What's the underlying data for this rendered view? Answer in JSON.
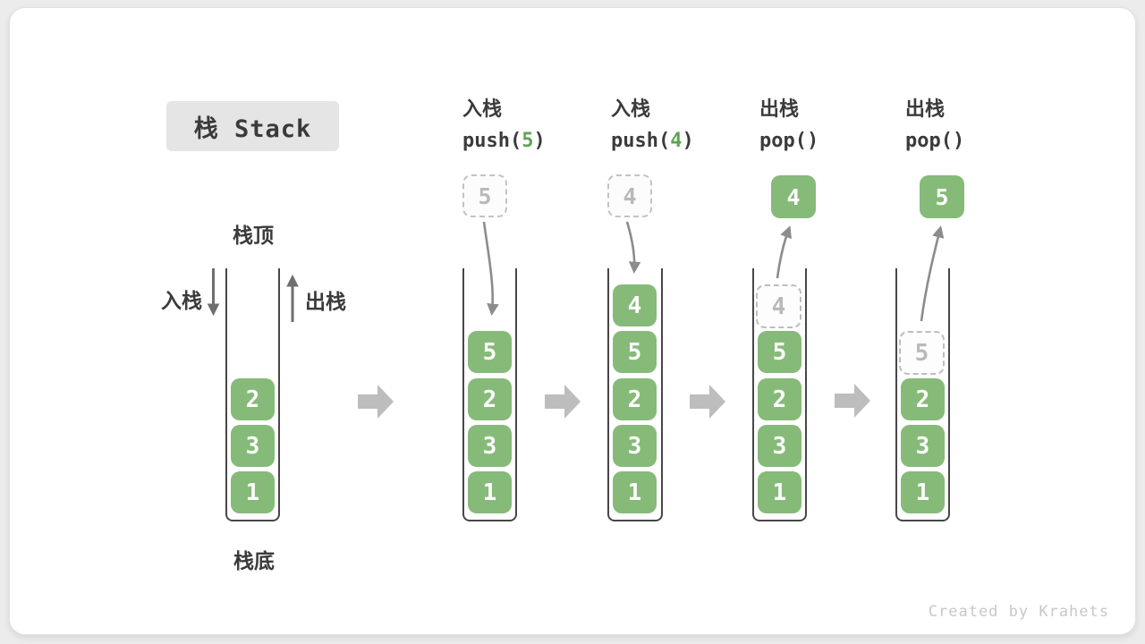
{
  "title": "栈 Stack",
  "legend": {
    "stack_top": "栈顶",
    "stack_bottom": "栈底",
    "push": "入栈",
    "pop": "出栈"
  },
  "base": {
    "blocks": [
      "2",
      "3",
      "1"
    ]
  },
  "steps": [
    {
      "label": "入栈",
      "code": {
        "pre": "push(",
        "arg": "5",
        "post": ")"
      },
      "moving": "5",
      "blocks": [
        "5",
        "2",
        "3",
        "1"
      ]
    },
    {
      "label": "入栈",
      "code": {
        "pre": "push(",
        "arg": "4",
        "post": ")"
      },
      "moving": "4",
      "blocks": [
        "4",
        "5",
        "2",
        "3",
        "1"
      ]
    },
    {
      "label": "出栈",
      "code": {
        "pre": "pop(",
        "arg": "",
        "post": ")"
      },
      "moving": "4",
      "ghost": "4",
      "blocks": [
        "5",
        "2",
        "3",
        "1"
      ]
    },
    {
      "label": "出栈",
      "code": {
        "pre": "pop(",
        "arg": "",
        "post": ")"
      },
      "moving": "5",
      "ghost": "5",
      "blocks": [
        "2",
        "3",
        "1"
      ]
    }
  ],
  "watermark": "Created by Krahets",
  "colors": {
    "block_green": "#86ba79",
    "code_arg_green": "#5fa354",
    "stack_wall": "#474747",
    "ghost_gray": "#b9b9b9",
    "step_arrow_gray": "#bdbdbd",
    "title_bg": "#e5e5e5"
  }
}
